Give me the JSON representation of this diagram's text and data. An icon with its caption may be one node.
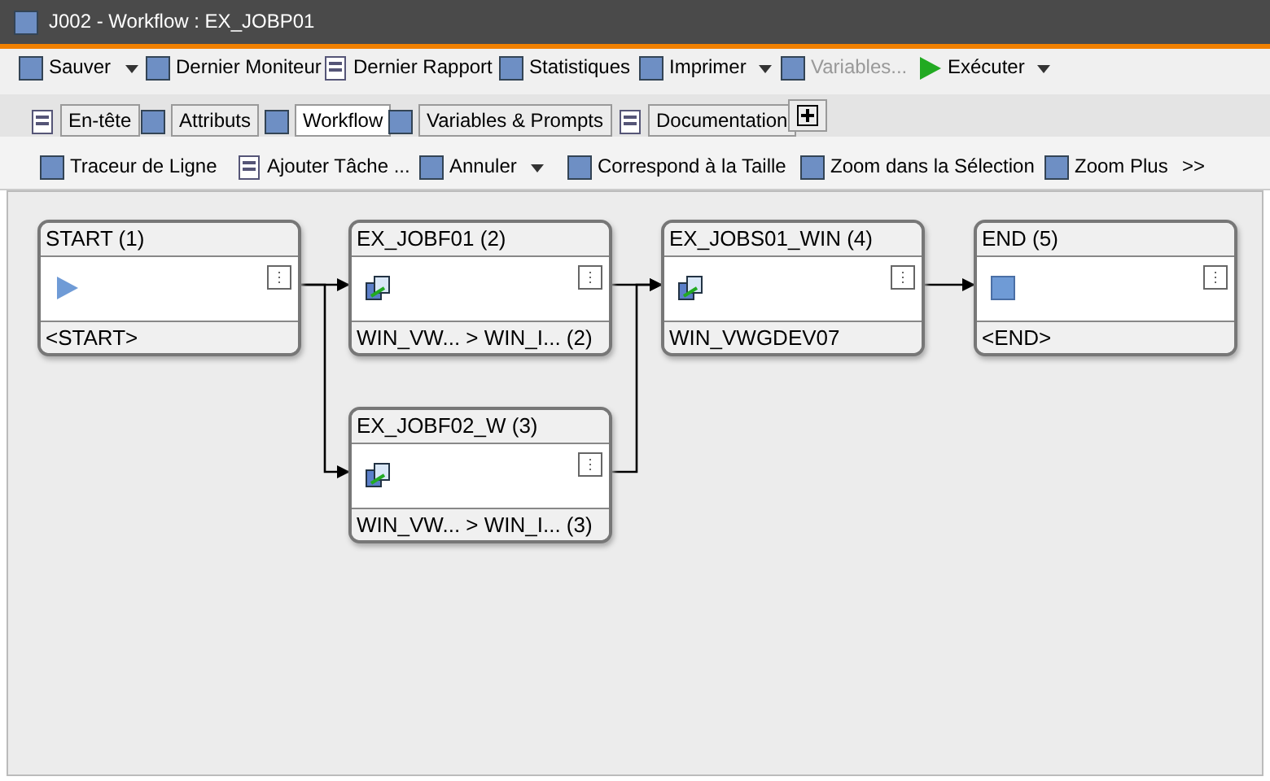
{
  "diagram": {
    "nodes": [
      {
        "text": [
          "START (1)",
          "<START>"
        ]
      },
      {
        "text": [
          "EX_JOBF01 (2)",
          "WIN_VW... > WIN_I... (2)"
        ]
      },
      {
        "text": [
          "EX_JOBF02_W (3)",
          "WIN_VW... > WIN_I... (3)"
        ]
      },
      {
        "text": [
          "EX_JOBS01_WIN (4)",
          "WIN_VWGDEV07"
        ]
      },
      {
        "text": [
          "END (5)",
          "<END>"
        ]
      }
    ],
    "edges": [
      {
        "from": 0,
        "to": 1,
        "arrow": "to"
      },
      {
        "from": 0,
        "to": 2,
        "arrow": "to"
      },
      {
        "from": 1,
        "to": 3,
        "arrow": "to"
      },
      {
        "from": 2,
        "to": 3,
        "arrow": "to"
      },
      {
        "from": 3,
        "to": 4,
        "arrow": "to"
      }
    ],
    "labels": [
      "J002 - Workflow : EX_JOBP01",
      "Sauver",
      "Dernier Moniteur",
      "Dernier Rapport",
      "Statistiques",
      "Imprimer",
      "Variables...",
      "Exécuter",
      "En-tête",
      "Attributs",
      "Workflow",
      "Variables & Prompts",
      "Documentation",
      "Traceur de Ligne",
      "Ajouter Tâche ...",
      "Annuler",
      "Correspond à la Taille",
      "Zoom dans la Sélection",
      "Zoom Plus",
      ">>"
    ]
  }
}
